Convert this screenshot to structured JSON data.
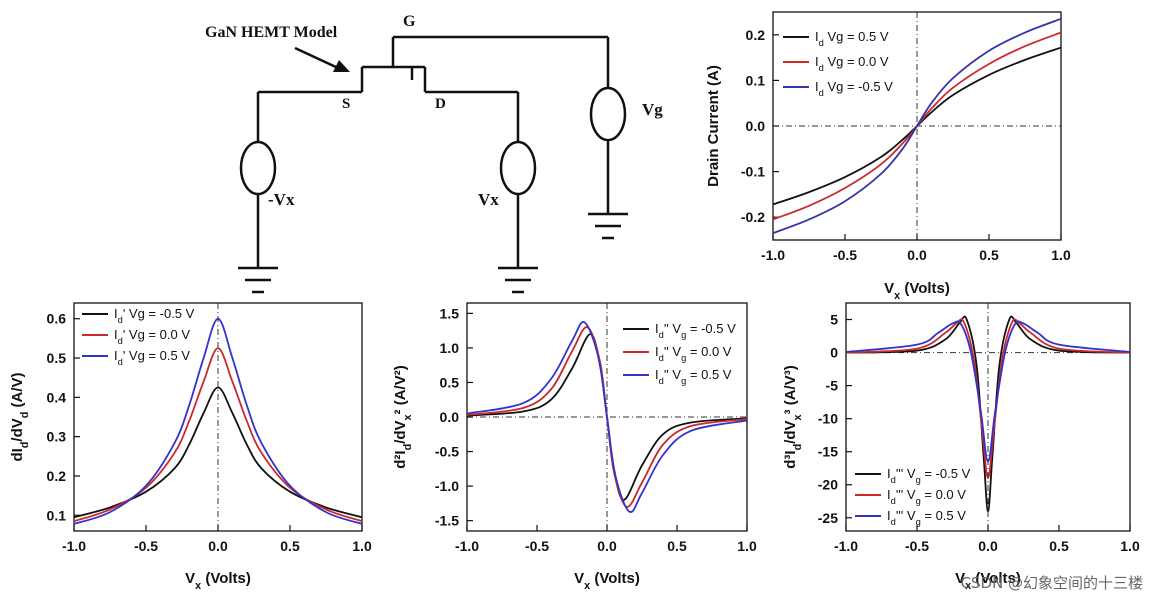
{
  "circuit": {
    "model_label": "GaN HEMT Model",
    "gate_label": "G",
    "source_label": "S",
    "drain_label": "D",
    "vg_label": "Vg",
    "vx_label": "Vx",
    "neg_vx_label": "-Vx"
  },
  "watermark": "CSDN @幻象空间的十三楼",
  "chart_data": [
    {
      "type": "line",
      "id": "drain-current",
      "title": "",
      "xlabel": "V_x (Volts)",
      "ylabel": "Drain Current (A)",
      "xlim": [
        -1.0,
        1.0
      ],
      "ylim": [
        -0.25,
        0.25
      ],
      "xticks": [
        "-1.0",
        "-0.5",
        "0.0",
        "0.5",
        "1.0"
      ],
      "yticks": [
        "-0.2",
        "-0.1",
        "0.0",
        "0.1",
        "0.2"
      ],
      "legend_position": "top-left",
      "series": [
        {
          "name": "I_d Vg = 0.5 V",
          "color": "#111111",
          "x": [
            -1.0,
            -0.75,
            -0.5,
            -0.25,
            -0.1,
            0.0,
            0.1,
            0.25,
            0.5,
            0.75,
            1.0
          ],
          "y": [
            -0.172,
            -0.145,
            -0.112,
            -0.068,
            -0.03,
            0.0,
            0.03,
            0.068,
            0.112,
            0.145,
            0.172
          ]
        },
        {
          "name": "I_d Vg = 0.0 V",
          "color": "#cc2a2a",
          "x": [
            -1.0,
            -0.75,
            -0.5,
            -0.25,
            -0.1,
            0.0,
            0.1,
            0.25,
            0.5,
            0.75,
            1.0
          ],
          "y": [
            -0.205,
            -0.175,
            -0.136,
            -0.084,
            -0.038,
            0.0,
            0.038,
            0.084,
            0.136,
            0.175,
            0.205
          ]
        },
        {
          "name": "I_d Vg = -0.5 V",
          "color": "#3333aa",
          "x": [
            -1.0,
            -0.75,
            -0.5,
            -0.25,
            -0.1,
            0.0,
            0.1,
            0.25,
            0.5,
            0.75,
            1.0
          ],
          "y": [
            -0.235,
            -0.205,
            -0.165,
            -0.105,
            -0.05,
            0.0,
            0.05,
            0.105,
            0.165,
            0.205,
            0.235
          ]
        }
      ]
    },
    {
      "type": "line",
      "id": "first-derivative",
      "title": "",
      "xlabel": "V_x (Volts)",
      "ylabel": "dI_d/dV_d (A/V)",
      "xlim": [
        -1.0,
        1.0
      ],
      "ylim": [
        0.06,
        0.64
      ],
      "xticks": [
        "-1.0",
        "-0.5",
        "0.0",
        "0.5",
        "1.0"
      ],
      "yticks": [
        "0.1",
        "0.2",
        "0.3",
        "0.4",
        "0.5",
        "0.6"
      ],
      "legend_position": "top-left",
      "series": [
        {
          "name": "I_d' Vg = -0.5 V",
          "color": "#111111",
          "x": [
            -1.0,
            -0.75,
            -0.5,
            -0.3,
            -0.2,
            -0.1,
            0.0,
            0.1,
            0.2,
            0.3,
            0.5,
            0.75,
            1.0
          ],
          "y": [
            0.095,
            0.12,
            0.16,
            0.22,
            0.28,
            0.36,
            0.425,
            0.36,
            0.28,
            0.22,
            0.16,
            0.12,
            0.095
          ]
        },
        {
          "name": "I_d' Vg = 0.0 V",
          "color": "#cc2a2a",
          "x": [
            -1.0,
            -0.75,
            -0.5,
            -0.3,
            -0.2,
            -0.1,
            0.0,
            0.1,
            0.2,
            0.3,
            0.5,
            0.75,
            1.0
          ],
          "y": [
            0.085,
            0.115,
            0.17,
            0.26,
            0.34,
            0.44,
            0.525,
            0.44,
            0.34,
            0.26,
            0.17,
            0.115,
            0.085
          ]
        },
        {
          "name": "I_d' Vg = 0.5 V",
          "color": "#3333cc",
          "x": [
            -1.0,
            -0.75,
            -0.5,
            -0.3,
            -0.2,
            -0.1,
            0.0,
            0.1,
            0.2,
            0.3,
            0.5,
            0.75,
            1.0
          ],
          "y": [
            0.078,
            0.108,
            0.175,
            0.285,
            0.38,
            0.5,
            0.6,
            0.5,
            0.38,
            0.285,
            0.175,
            0.108,
            0.078
          ]
        }
      ]
    },
    {
      "type": "line",
      "id": "second-derivative",
      "title": "",
      "xlabel": "V_x (Volts)",
      "ylabel": "d²I_d/dV_x² (A/V²)",
      "xlim": [
        -1.0,
        1.0
      ],
      "ylim": [
        -1.65,
        1.65
      ],
      "xticks": [
        "-1.0",
        "-0.5",
        "0.0",
        "0.5",
        "1.0"
      ],
      "yticks": [
        "-1.5",
        "-1.0",
        "-0.5",
        "0.0",
        "0.5",
        "1.0",
        "1.5"
      ],
      "legend_position": "top-right",
      "series": [
        {
          "name": "I_d'' V_g = -0.5 V",
          "color": "#111111",
          "x": [
            -1.0,
            -0.6,
            -0.4,
            -0.25,
            -0.12,
            -0.05,
            0.0,
            0.05,
            0.12,
            0.25,
            0.4,
            0.6,
            1.0
          ],
          "y": [
            0.02,
            0.08,
            0.25,
            0.7,
            1.2,
            0.75,
            0.0,
            -0.75,
            -1.2,
            -0.7,
            -0.25,
            -0.08,
            -0.02
          ]
        },
        {
          "name": "I_d'' V_g = 0.0 V",
          "color": "#cc2a2a",
          "x": [
            -1.0,
            -0.6,
            -0.4,
            -0.25,
            -0.14,
            -0.05,
            0.0,
            0.05,
            0.14,
            0.25,
            0.4,
            0.6,
            1.0
          ],
          "y": [
            0.03,
            0.13,
            0.4,
            0.95,
            1.3,
            0.8,
            0.0,
            -0.8,
            -1.3,
            -0.95,
            -0.4,
            -0.13,
            -0.03
          ]
        },
        {
          "name": "I_d'' V_g = 0.5 V",
          "color": "#3333cc",
          "x": [
            -1.0,
            -0.6,
            -0.4,
            -0.25,
            -0.16,
            -0.06,
            0.0,
            0.06,
            0.16,
            0.25,
            0.4,
            0.6,
            1.0
          ],
          "y": [
            0.05,
            0.2,
            0.55,
            1.1,
            1.37,
            0.85,
            0.0,
            -0.85,
            -1.37,
            -1.1,
            -0.55,
            -0.2,
            -0.05
          ]
        }
      ]
    },
    {
      "type": "line",
      "id": "third-derivative",
      "title": "",
      "xlabel": "V_x (Volts)",
      "ylabel": "d³I_d/dV_x³ (A/V³)",
      "xlim": [
        -1.0,
        1.0
      ],
      "ylim": [
        -27,
        7.5
      ],
      "xticks": [
        "-1.0",
        "-0.5",
        "0.0",
        "0.5",
        "1.0"
      ],
      "yticks": [
        "-25",
        "-20",
        "-15",
        "-10",
        "-5",
        "0",
        "5"
      ],
      "legend_position": "bottom-left",
      "series": [
        {
          "name": "I_d''' V_g = -0.5 V",
          "color": "#111111",
          "x": [
            -1.0,
            -0.5,
            -0.3,
            -0.2,
            -0.15,
            -0.08,
            -0.03,
            0.0,
            0.03,
            0.08,
            0.15,
            0.2,
            0.3,
            0.5,
            1.0
          ],
          "y": [
            0.0,
            0.3,
            2.0,
            4.5,
            5.0,
            -2.0,
            -16.0,
            -24.0,
            -16.0,
            -2.0,
            5.0,
            4.5,
            2.0,
            0.3,
            0.0
          ]
        },
        {
          "name": "I_d''' V_g = 0.0 V",
          "color": "#cc2a2a",
          "x": [
            -1.0,
            -0.5,
            -0.3,
            -0.22,
            -0.17,
            -0.1,
            -0.04,
            0.0,
            0.04,
            0.1,
            0.17,
            0.22,
            0.3,
            0.5,
            1.0
          ],
          "y": [
            0.0,
            0.6,
            3.0,
            4.5,
            4.6,
            -1.0,
            -12.0,
            -19.0,
            -12.0,
            -1.0,
            4.6,
            4.5,
            3.0,
            0.6,
            0.0
          ]
        },
        {
          "name": "I_d''' V_g = 0.5 V",
          "color": "#3333cc",
          "x": [
            -1.0,
            -0.5,
            -0.35,
            -0.25,
            -0.19,
            -0.12,
            -0.05,
            0.0,
            0.05,
            0.12,
            0.19,
            0.25,
            0.35,
            0.5,
            1.0
          ],
          "y": [
            0.1,
            1.2,
            3.0,
            4.4,
            4.3,
            0.0,
            -9.0,
            -16.5,
            -9.0,
            0.0,
            4.3,
            4.4,
            3.0,
            1.2,
            0.1
          ]
        }
      ]
    }
  ]
}
